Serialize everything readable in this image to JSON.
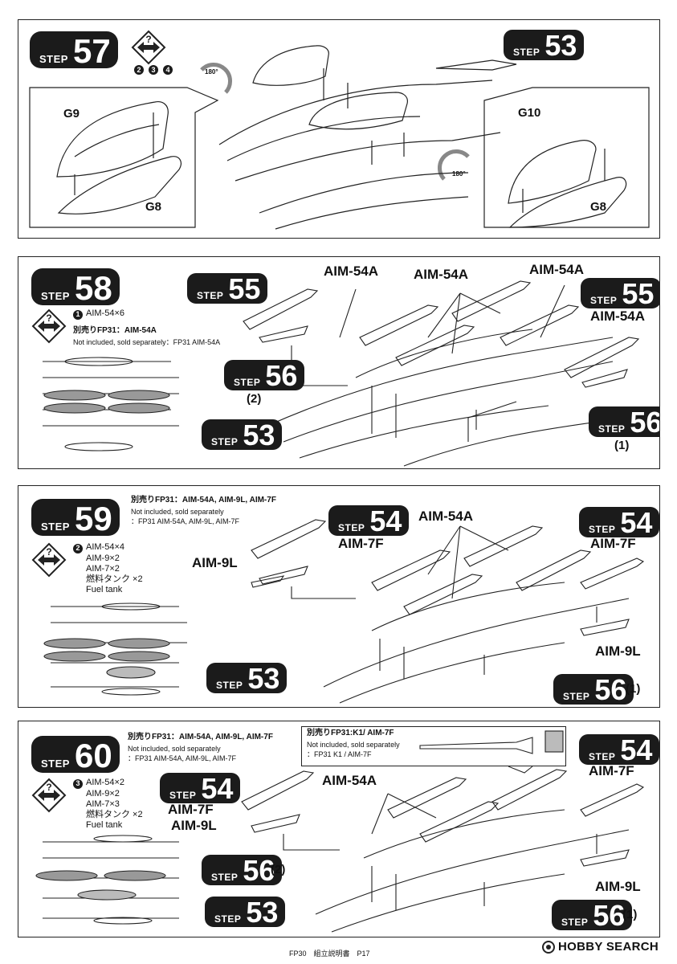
{
  "steps": {
    "s57": {
      "word": "STEP",
      "number": "57",
      "badges": [
        {
          "word": "STEP",
          "number": "53"
        }
      ],
      "rotation_label": "180°",
      "parts": {
        "g9": "G9",
        "g8_left": "G8",
        "g10": "G10",
        "g8_right": "G8"
      },
      "icon_numbers": [
        "2",
        "3",
        "4"
      ]
    },
    "s58": {
      "word": "STEP",
      "number": "58",
      "option_number": "1",
      "option_text": "AIM-54×6",
      "sold_jp": "別売りFP31：AIM-54A",
      "sold_en": "Not included, sold separately：FP31 AIM-54A",
      "labels": [
        "AIM-54A",
        "AIM-54A",
        "AIM-54A",
        "AIM-54A"
      ],
      "badges": [
        {
          "word": "STEP",
          "number": "55"
        },
        {
          "word": "STEP",
          "number": "56"
        },
        {
          "word": "STEP",
          "number": "53"
        },
        {
          "word": "STEP",
          "number": "55"
        },
        {
          "word": "STEP",
          "number": "56"
        }
      ],
      "sub_left": "(2)",
      "sub_right": "(1)"
    },
    "s59": {
      "word": "STEP",
      "number": "59",
      "sold_jp": "別売りFP31：AIM-54A, AIM-9L, AIM-7F",
      "sold_en_1": "Not included, sold separately",
      "sold_en_2": "：FP31 AIM-54A, AIM-9L, AIM-7F",
      "option_number": "2",
      "list": [
        "AIM-54×4",
        "AIM-9×2",
        "AIM-7×2",
        "燃料タンク ×2",
        "Fuel tank"
      ],
      "labels": {
        "aim54a": "AIM-54A",
        "aim7f_left": "AIM-7F",
        "aim9l_left": "AIM-9L",
        "aim7f_right": "AIM-7F",
        "aim9l_right": "AIM-9L"
      },
      "badges": [
        {
          "word": "STEP",
          "number": "54"
        },
        {
          "word": "STEP",
          "number": "53"
        },
        {
          "word": "STEP",
          "number": "54"
        },
        {
          "word": "STEP",
          "number": "56"
        }
      ],
      "sub_right": "(1)"
    },
    "s60": {
      "word": "STEP",
      "number": "60",
      "sold_jp": "別売りFP31：AIM-54A, AIM-9L, AIM-7F",
      "sold_en_1": "Not included, sold separately",
      "sold_en_2": "：FP31 AIM-54A, AIM-9L, AIM-7F",
      "option_number": "3",
      "list": [
        "AIM-54×2",
        "AIM-9×2",
        "AIM-7×3",
        "燃料タンク ×2",
        "Fuel tank"
      ],
      "callout_jp": "別売りFP31:K1/ AIM-7F",
      "callout_en_1": "Not included, sold separately",
      "callout_en_2": "：FP31 K1 / AIM-7F",
      "labels": {
        "aim54a": "AIM-54A",
        "aim7f_left": "AIM-7F",
        "aim9l_left": "AIM-9L",
        "aim7f_right": "AIM-7F",
        "aim9l_right": "AIM-9L"
      },
      "badges": [
        {
          "word": "STEP",
          "number": "54"
        },
        {
          "word": "STEP",
          "number": "56"
        },
        {
          "word": "STEP",
          "number": "53"
        },
        {
          "word": "STEP",
          "number": "54"
        },
        {
          "word": "STEP",
          "number": "56"
        }
      ],
      "sub_left": "(2)",
      "sub_right": "(1)"
    }
  },
  "footer": {
    "text": "FP30　組立説明書　P17",
    "watermark": "HOBBY SEARCH"
  }
}
